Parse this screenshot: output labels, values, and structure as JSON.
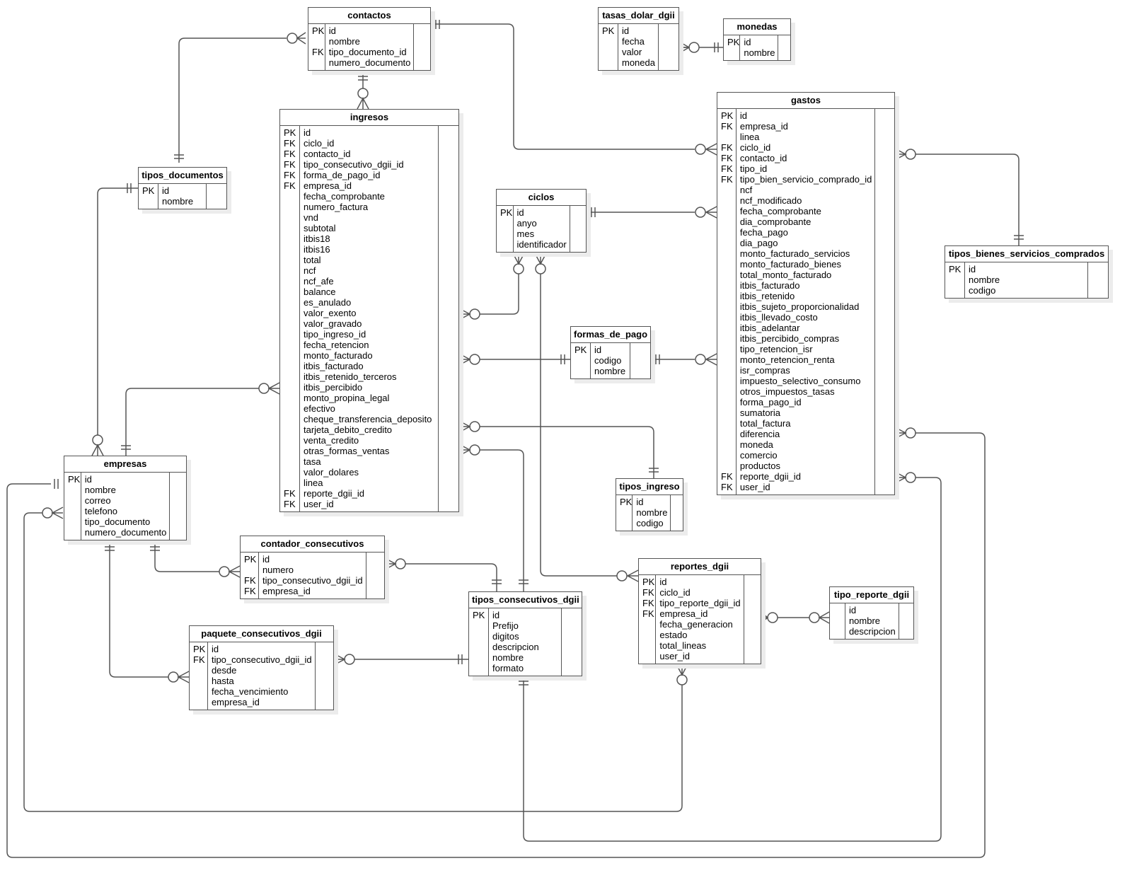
{
  "diagram": {
    "type": "entity-relationship",
    "entities": {
      "contactos": {
        "name": "contactos",
        "rows": [
          {
            "key": "PK",
            "field": "id"
          },
          {
            "key": "",
            "field": "nombre"
          },
          {
            "key": "FK",
            "field": "tipo_documento_id"
          },
          {
            "key": "",
            "field": "numero_documento"
          }
        ]
      },
      "tasas_dolar_dgii": {
        "name": "tasas_dolar_dgii",
        "rows": [
          {
            "key": "PK",
            "field": "id"
          },
          {
            "key": "",
            "field": "fecha"
          },
          {
            "key": "",
            "field": "valor"
          },
          {
            "key": "",
            "field": "moneda"
          }
        ]
      },
      "monedas": {
        "name": "monedas",
        "rows": [
          {
            "key": "PK",
            "field": "id"
          },
          {
            "key": "",
            "field": "nombre"
          }
        ]
      },
      "ingresos": {
        "name": "ingresos",
        "rows": [
          {
            "key": "PK",
            "field": "id"
          },
          {
            "key": "FK",
            "field": "ciclo_id"
          },
          {
            "key": "FK",
            "field": "contacto_id"
          },
          {
            "key": "FK",
            "field": "tipo_consecutivo_dgii_id"
          },
          {
            "key": "FK",
            "field": "forma_de_pago_id"
          },
          {
            "key": "FK",
            "field": "empresa_id"
          },
          {
            "key": "",
            "field": "fecha_comprobante"
          },
          {
            "key": "",
            "field": "numero_factura"
          },
          {
            "key": "",
            "field": "vnd"
          },
          {
            "key": "",
            "field": "subtotal"
          },
          {
            "key": "",
            "field": "itbis18"
          },
          {
            "key": "",
            "field": "itbis16"
          },
          {
            "key": "",
            "field": "total"
          },
          {
            "key": "",
            "field": "ncf"
          },
          {
            "key": "",
            "field": "ncf_afe"
          },
          {
            "key": "",
            "field": "balance"
          },
          {
            "key": "",
            "field": "es_anulado"
          },
          {
            "key": "",
            "field": "valor_exento"
          },
          {
            "key": "",
            "field": "valor_gravado"
          },
          {
            "key": "",
            "field": "tipo_ingreso_id"
          },
          {
            "key": "",
            "field": "fecha_retencion"
          },
          {
            "key": "",
            "field": "monto_facturado"
          },
          {
            "key": "",
            "field": "itbis_facturado"
          },
          {
            "key": "",
            "field": "itbis_retenido_terceros"
          },
          {
            "key": "",
            "field": "itbis_percibido"
          },
          {
            "key": "",
            "field": "monto_propina_legal"
          },
          {
            "key": "",
            "field": "efectivo"
          },
          {
            "key": "",
            "field": "cheque_transferencia_deposito"
          },
          {
            "key": "",
            "field": "tarjeta_debito_credito"
          },
          {
            "key": "",
            "field": "venta_credito"
          },
          {
            "key": "",
            "field": "otras_formas_ventas"
          },
          {
            "key": "",
            "field": "tasa"
          },
          {
            "key": "",
            "field": "valor_dolares"
          },
          {
            "key": "",
            "field": "linea"
          },
          {
            "key": "FK",
            "field": "reporte_dgii_id"
          },
          {
            "key": "FK",
            "field": "user_id"
          }
        ]
      },
      "tipos_documentos": {
        "name": "tipos_documentos",
        "rows": [
          {
            "key": "PK",
            "field": "id"
          },
          {
            "key": "",
            "field": "nombre"
          }
        ]
      },
      "ciclos": {
        "name": "ciclos",
        "rows": [
          {
            "key": "PK",
            "field": "id"
          },
          {
            "key": "",
            "field": "anyo"
          },
          {
            "key": "",
            "field": "mes"
          },
          {
            "key": "",
            "field": "identificador"
          }
        ]
      },
      "gastos": {
        "name": "gastos",
        "rows": [
          {
            "key": "PK",
            "field": "id"
          },
          {
            "key": "FK",
            "field": "empresa_id"
          },
          {
            "key": "",
            "field": "linea"
          },
          {
            "key": "FK",
            "field": "ciclo_id"
          },
          {
            "key": "FK",
            "field": "contacto_id"
          },
          {
            "key": "FK",
            "field": "tipo_id"
          },
          {
            "key": "FK",
            "field": "tipo_bien_servicio_comprado_id"
          },
          {
            "key": "",
            "field": "ncf"
          },
          {
            "key": "",
            "field": "ncf_modificado"
          },
          {
            "key": "",
            "field": "fecha_comprobante"
          },
          {
            "key": "",
            "field": "dia_comprobante"
          },
          {
            "key": "",
            "field": "fecha_pago"
          },
          {
            "key": "",
            "field": "dia_pago"
          },
          {
            "key": "",
            "field": "monto_facturado_servicios"
          },
          {
            "key": "",
            "field": "monto_facturado_bienes"
          },
          {
            "key": "",
            "field": "total_monto_facturado"
          },
          {
            "key": "",
            "field": "itbis_facturado"
          },
          {
            "key": "",
            "field": "itbis_retenido"
          },
          {
            "key": "",
            "field": "itbis_sujeto_proporcionalidad"
          },
          {
            "key": "",
            "field": "itbis_llevado_costo"
          },
          {
            "key": "",
            "field": "itbis_adelantar"
          },
          {
            "key": "",
            "field": "itbis_percibido_compras"
          },
          {
            "key": "",
            "field": "tipo_retencion_isr"
          },
          {
            "key": "",
            "field": "monto_retencion_renta"
          },
          {
            "key": "",
            "field": "isr_compras"
          },
          {
            "key": "",
            "field": "impuesto_selectivo_consumo"
          },
          {
            "key": "",
            "field": "otros_impuestos_tasas"
          },
          {
            "key": "",
            "field": "forma_pago_id"
          },
          {
            "key": "",
            "field": "sumatoria"
          },
          {
            "key": "",
            "field": "total_factura"
          },
          {
            "key": "",
            "field": "diferencia"
          },
          {
            "key": "",
            "field": "moneda"
          },
          {
            "key": "",
            "field": "comercio"
          },
          {
            "key": "",
            "field": "productos"
          },
          {
            "key": "FK",
            "field": "reporte_dgii_id"
          },
          {
            "key": "FK",
            "field": "user_id"
          }
        ]
      },
      "tipos_bienes_servicios_comprados": {
        "name": "tipos_bienes_servicios_comprados",
        "rows": [
          {
            "key": "PK",
            "field": "id"
          },
          {
            "key": "",
            "field": "nombre"
          },
          {
            "key": "",
            "field": "codigo"
          }
        ]
      },
      "formas_de_pago": {
        "name": "formas_de_pago",
        "rows": [
          {
            "key": "PK",
            "field": "id"
          },
          {
            "key": "",
            "field": "codigo"
          },
          {
            "key": "",
            "field": "nombre"
          }
        ]
      },
      "empresas": {
        "name": "empresas",
        "rows": [
          {
            "key": "PK",
            "field": "id"
          },
          {
            "key": "",
            "field": "nombre"
          },
          {
            "key": "",
            "field": "correo"
          },
          {
            "key": "",
            "field": "telefono"
          },
          {
            "key": "",
            "field": "tipo_documento"
          },
          {
            "key": "",
            "field": "numero_documento"
          }
        ]
      },
      "tipos_ingreso": {
        "name": "tipos_ingreso",
        "rows": [
          {
            "key": "PK",
            "field": "id"
          },
          {
            "key": "",
            "field": "nombre"
          },
          {
            "key": "",
            "field": "codigo"
          }
        ]
      },
      "contador_consecutivos": {
        "name": "contador_consecutivos",
        "rows": [
          {
            "key": "PK",
            "field": "id"
          },
          {
            "key": "",
            "field": "numero"
          },
          {
            "key": "FK",
            "field": "tipo_consecutivo_dgii_id"
          },
          {
            "key": "FK",
            "field": "empresa_id"
          }
        ]
      },
      "reportes_dgii": {
        "name": "reportes_dgii",
        "rows": [
          {
            "key": "PK",
            "field": "id"
          },
          {
            "key": "FK",
            "field": "ciclo_id"
          },
          {
            "key": "FK",
            "field": "tipo_reporte_dgii_id"
          },
          {
            "key": "FK",
            "field": "empresa_id"
          },
          {
            "key": "",
            "field": "fecha_generacion"
          },
          {
            "key": "",
            "field": "estado"
          },
          {
            "key": "",
            "field": "total_lineas"
          },
          {
            "key": "",
            "field": "user_id"
          }
        ]
      },
      "tipos_consecutivos_dgii": {
        "name": "tipos_consecutivos_dgii",
        "rows": [
          {
            "key": "PK",
            "field": "id"
          },
          {
            "key": "",
            "field": "Prefijo"
          },
          {
            "key": "",
            "field": "digitos"
          },
          {
            "key": "",
            "field": "descripcion"
          },
          {
            "key": "",
            "field": "nombre"
          },
          {
            "key": "",
            "field": "formato"
          }
        ]
      },
      "tipo_reporte_dgii": {
        "name": "tipo_reporte_dgii",
        "rows": [
          {
            "key": "",
            "field": "id"
          },
          {
            "key": "",
            "field": "nombre"
          },
          {
            "key": "",
            "field": "descripcion"
          }
        ]
      },
      "paquete_consecutivos_dgii": {
        "name": "paquete_consecutivos_dgii",
        "rows": [
          {
            "key": "PK",
            "field": "id"
          },
          {
            "key": "FK",
            "field": "tipo_consecutivo_dgii_id"
          },
          {
            "key": "",
            "field": "desde"
          },
          {
            "key": "",
            "field": "hasta"
          },
          {
            "key": "",
            "field": "fecha_vencimiento"
          },
          {
            "key": "",
            "field": "empresa_id"
          }
        ]
      }
    },
    "relationships": [
      {
        "from": "tipos_documentos",
        "to": "contactos",
        "from_card": "one-and-only-one",
        "to_card": "zero-or-many"
      },
      {
        "from": "contactos",
        "to": "ingresos",
        "from_card": "one-and-only-one",
        "to_card": "zero-or-many"
      },
      {
        "from": "contactos",
        "to": "gastos",
        "from_card": "one-and-only-one",
        "to_card": "zero-or-many"
      },
      {
        "from": "monedas",
        "to": "tasas_dolar_dgii",
        "from_card": "one-and-only-one",
        "to_card": "zero-or-many"
      },
      {
        "from": "ciclos",
        "to": "gastos",
        "from_card": "one-and-only-one",
        "to_card": "zero-or-many"
      },
      {
        "from": "ciclos",
        "to": "ingresos",
        "from_card": "zero-or-many",
        "to_card": "zero-or-many"
      },
      {
        "from": "ciclos",
        "to": "reportes_dgii",
        "from_card": "zero-or-many",
        "to_card": "zero-or-many"
      },
      {
        "from": "formas_de_pago",
        "to": "ingresos",
        "from_card": "one-and-only-one",
        "to_card": "zero-or-many"
      },
      {
        "from": "formas_de_pago",
        "to": "gastos",
        "from_card": "one-and-only-one",
        "to_card": "zero-or-many"
      },
      {
        "from": "tipos_bienes_servicios_comprados",
        "to": "gastos",
        "from_card": "one-and-only-one",
        "to_card": "zero-or-many"
      },
      {
        "from": "tipos_documentos",
        "to": "empresas",
        "from_card": "one-and-only-one",
        "to_card": "zero-or-many"
      },
      {
        "from": "empresas",
        "to": "ingresos",
        "from_card": "one-and-only-one",
        "to_card": "zero-or-many"
      },
      {
        "from": "tipos_ingreso",
        "to": "ingresos",
        "from_card": "one-and-only-one",
        "to_card": "zero-or-many"
      },
      {
        "from": "tipos_consecutivos_dgii",
        "to": "ingresos",
        "from_card": "one-and-only-one",
        "to_card": "zero-or-many"
      },
      {
        "from": "empresas",
        "to": "contador_consecutivos",
        "from_card": "one-and-only-one",
        "to_card": "zero-or-many"
      },
      {
        "from": "tipos_consecutivos_dgii",
        "to": "contador_consecutivos",
        "from_card": "one-and-only-one",
        "to_card": "zero-or-many"
      },
      {
        "from": "empresas",
        "to": "paquete_consecutivos_dgii",
        "from_card": "one-and-only-one",
        "to_card": "zero-or-many"
      },
      {
        "from": "tipos_consecutivos_dgii",
        "to": "paquete_consecutivos_dgii",
        "from_card": "one-and-only-one",
        "to_card": "zero-or-many"
      },
      {
        "from": "reportes_dgii",
        "to": "tipo_reporte_dgii",
        "from_card": "zero-or-many",
        "to_card": "zero-or-many"
      },
      {
        "from": "empresas",
        "to": "gastos",
        "from_card": "one-and-only-one",
        "to_card": "zero-or-many"
      },
      {
        "from": "tipos_consecutivos_dgii",
        "to": "gastos",
        "from_card": "one-and-only-one",
        "to_card": "zero-or-many"
      },
      {
        "from": "reportes_dgii",
        "to": "empresas",
        "from_card": "zero-or-many",
        "to_card": "zero-or-many"
      }
    ]
  }
}
